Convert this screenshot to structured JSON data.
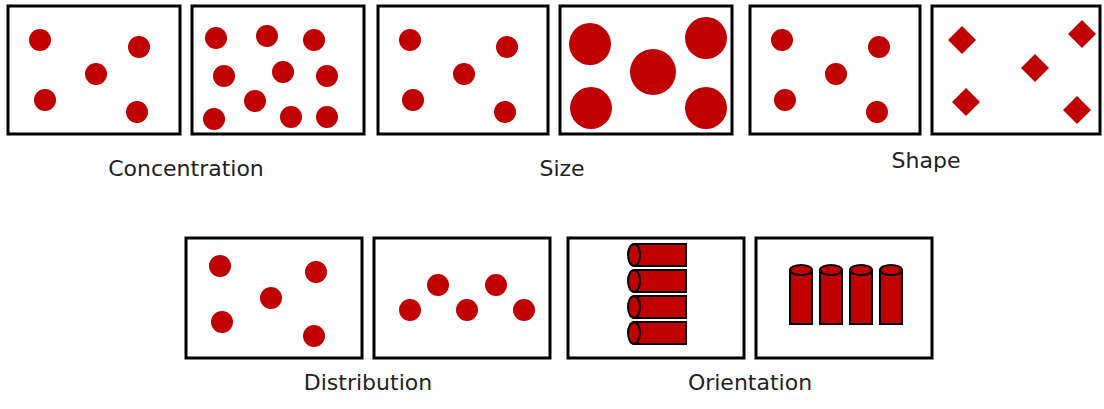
{
  "diagram": {
    "labels": [
      "Concentration",
      "Size",
      "Shape",
      "Distribution",
      "Orientation"
    ]
  }
}
